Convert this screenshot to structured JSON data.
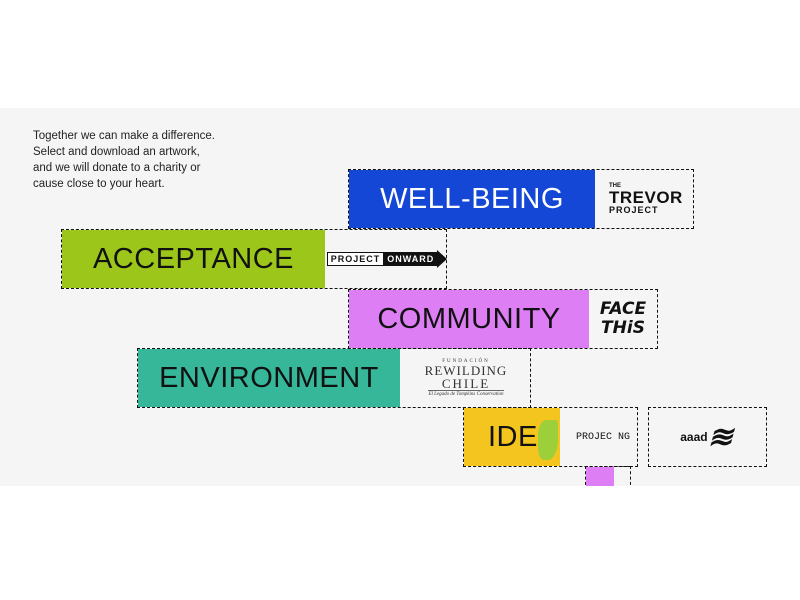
{
  "intro": {
    "lines": [
      "Together we can make a difference.",
      "Select and download an artwork,",
      "and we will donate to a charity or",
      "cause close to your heart."
    ]
  },
  "cards": {
    "wellbeing": {
      "label": "WELL-BEING",
      "color": "#1447d6",
      "text_color": "#ffffff"
    },
    "acceptance": {
      "label": "ACCEPTANCE",
      "color": "#9dc61a",
      "text_color": "#111111"
    },
    "community": {
      "label": "COMMUNITY",
      "color": "#dd7ef5",
      "text_color": "#111111"
    },
    "environment": {
      "label": "ENVIRONMENT",
      "color": "#36b79a",
      "text_color": "#111111"
    },
    "identity": {
      "label": "IDE",
      "color": "#f5c51f",
      "text_color": "#111111"
    }
  },
  "logos": {
    "trevor": {
      "the": "THE",
      "main": "TREVOR",
      "project": "PROJECT"
    },
    "onward": {
      "part1": "PROJECT",
      "part2": "ONWARD"
    },
    "facethis": {
      "line1": "FACE",
      "line2": "THiS"
    },
    "rewilding": {
      "top": "FUNDACIÓN",
      "line1": "REWILDING",
      "line2": "CHILE",
      "tagline": "El Legado de Tompkins Conservation"
    },
    "projecng": {
      "text": "PROJEC NG"
    },
    "glaad": {
      "text": "aaad"
    }
  },
  "colors": {
    "stage_bg": "#f5f5f5",
    "page_bg": "#ffffff",
    "partial_card": "#dd7ef5"
  }
}
